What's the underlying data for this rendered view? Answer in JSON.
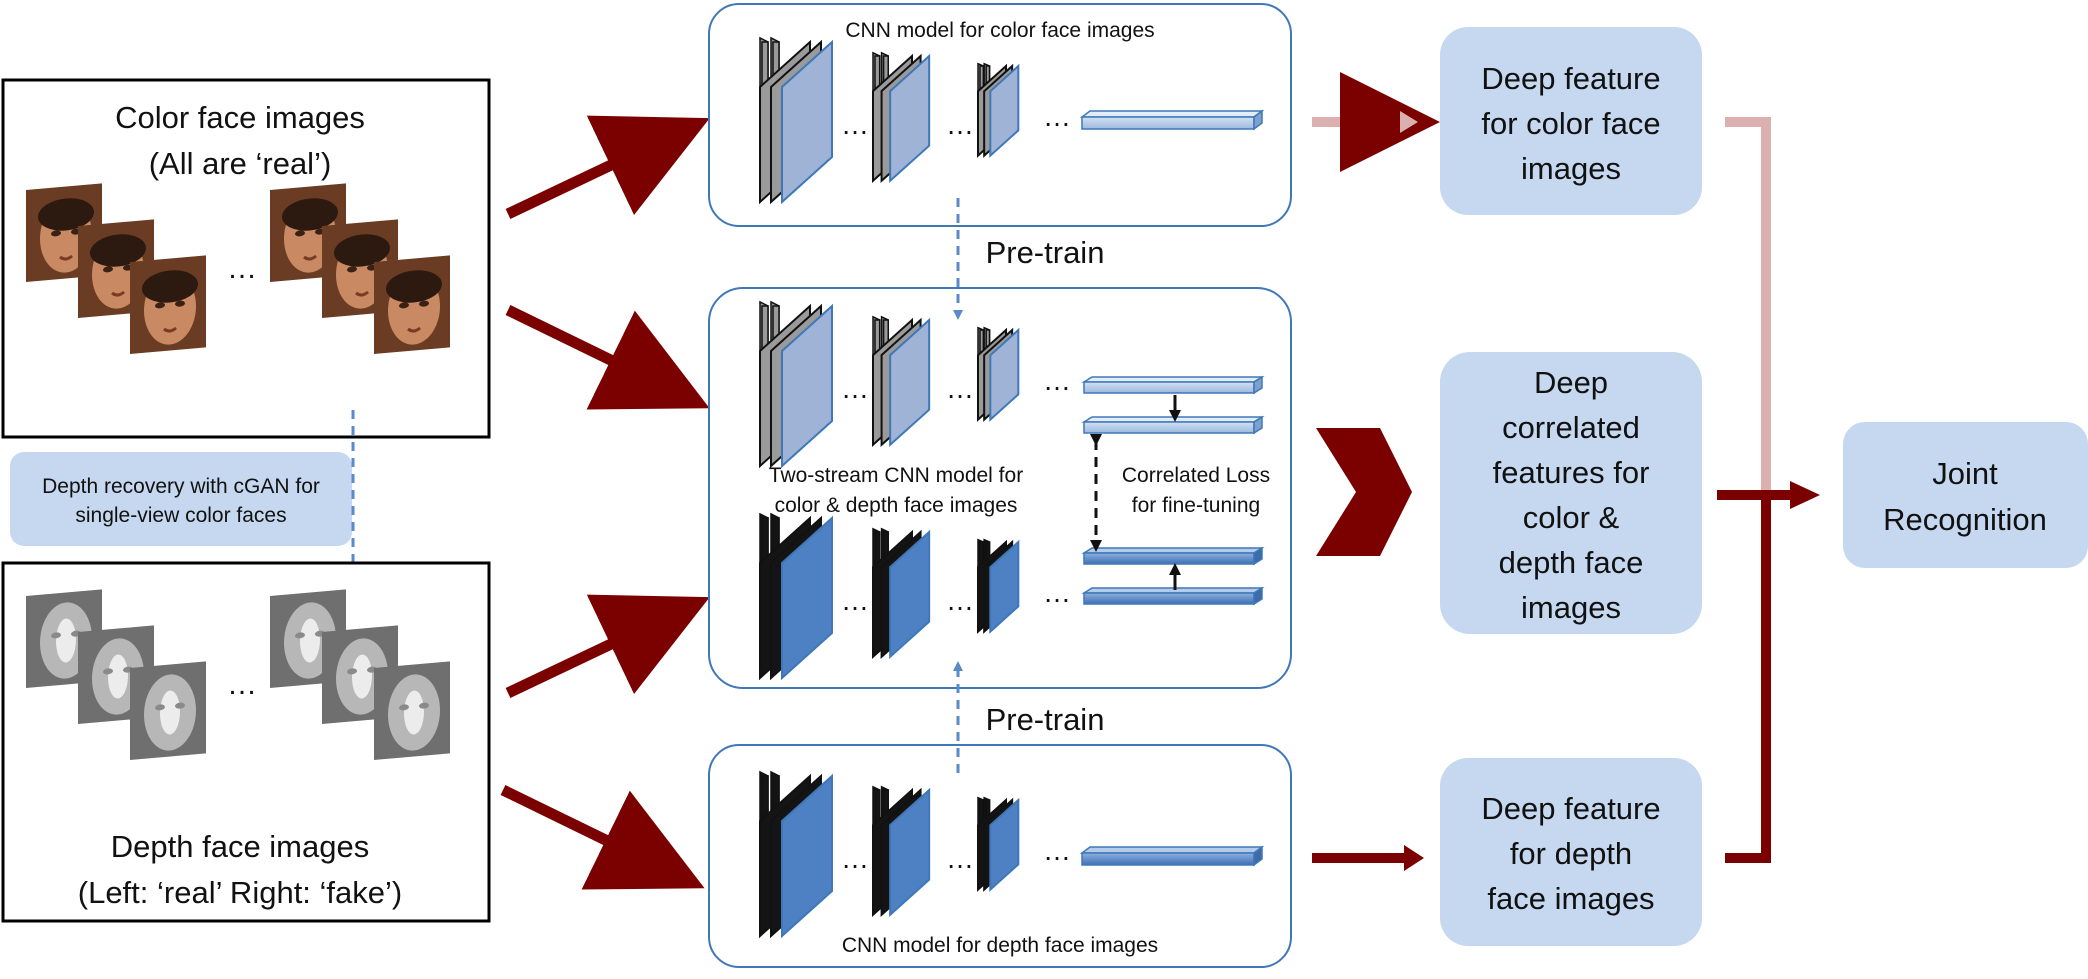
{
  "inputs": {
    "color": {
      "title_line1": "Color face images",
      "title_line2": "(All are ‘real’)",
      "ellipsis": "…"
    },
    "depth": {
      "title_line1": "Depth face images",
      "title_line2": "(Left: ‘real’   Right: ‘fake’)",
      "ellipsis": "…"
    },
    "recovery_label_line1": "Depth recovery with cGAN for",
    "recovery_label_line2": "single-view color faces"
  },
  "models": {
    "color_cnn": "CNN model for color face images",
    "depth_cnn": "CNN model for depth face images",
    "two_stream_line1": "Two-stream CNN model for",
    "two_stream_line2": "color & depth face images",
    "corr_loss_line1": "Correlated Loss",
    "corr_loss_line2": "for fine-tuning",
    "pretrain_top": "Pre-train",
    "pretrain_bottom": "Pre-train",
    "dots": "…"
  },
  "features": {
    "color": [
      "Deep feature",
      "for color face",
      "images"
    ],
    "correlated": [
      "Deep",
      "correlated",
      "features for",
      "color &",
      "depth face",
      "images"
    ],
    "depth": [
      "Deep feature",
      "for depth",
      "face images"
    ]
  },
  "output": [
    "Joint",
    "Recognition"
  ],
  "colors": {
    "arrow_dark_red": "#7b0000",
    "arrow_light_red": "#dbb0ae",
    "feature_box_fill": "#c5d8ef",
    "module_border": "#3f78b8",
    "layer_light_blue": "#9eb3d6",
    "layer_blue": "#4e80c4",
    "layer_gray": "#9a9a9a",
    "layer_black": "#141414",
    "dashed_blue": "#5a8ac8"
  },
  "icons": {
    "color_faces": "face-photo-stack",
    "depth_faces": "depth-map-stack"
  }
}
